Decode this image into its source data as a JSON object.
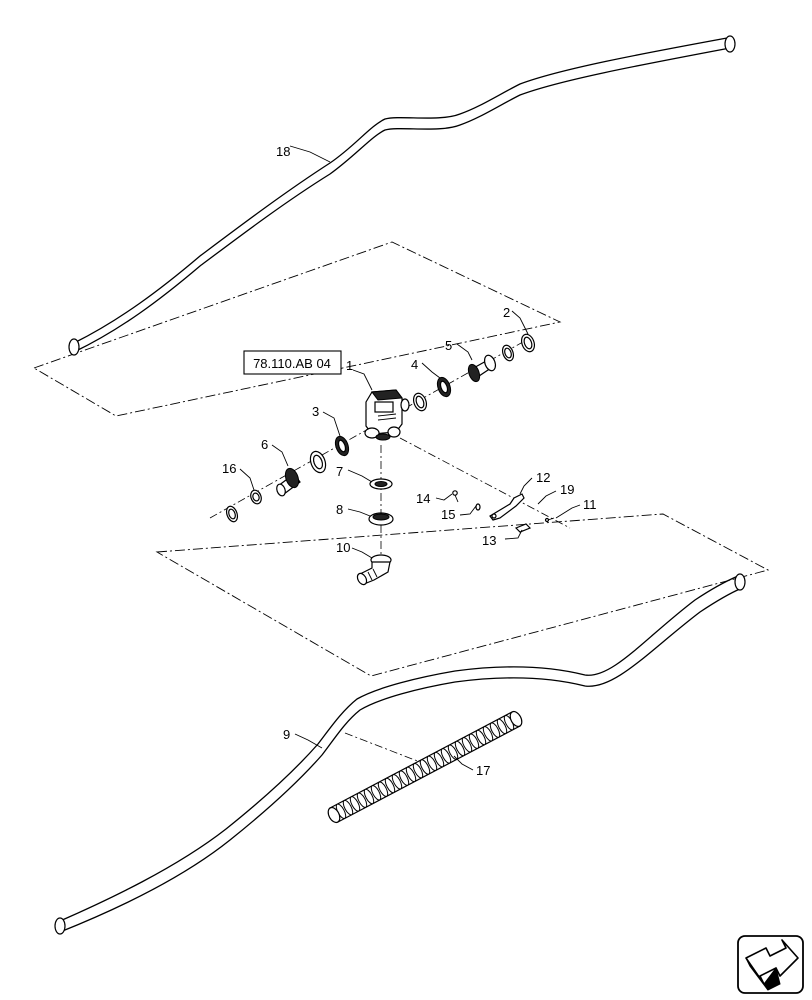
{
  "reference_box": {
    "label": "78.110.AB 04"
  },
  "callouts": {
    "c1": "1",
    "c2": "2",
    "c3": "3",
    "c4": "4",
    "c5": "5",
    "c6": "6",
    "c7": "7",
    "c8": "8",
    "c9": "9",
    "c10": "10",
    "c11": "11",
    "c12": "12",
    "c13": "13",
    "c14": "14",
    "c15": "15",
    "c16": "16",
    "c17": "17",
    "c18": "18",
    "c19": "19"
  },
  "nav_icon": {
    "name": "next-page-arrow-icon"
  }
}
